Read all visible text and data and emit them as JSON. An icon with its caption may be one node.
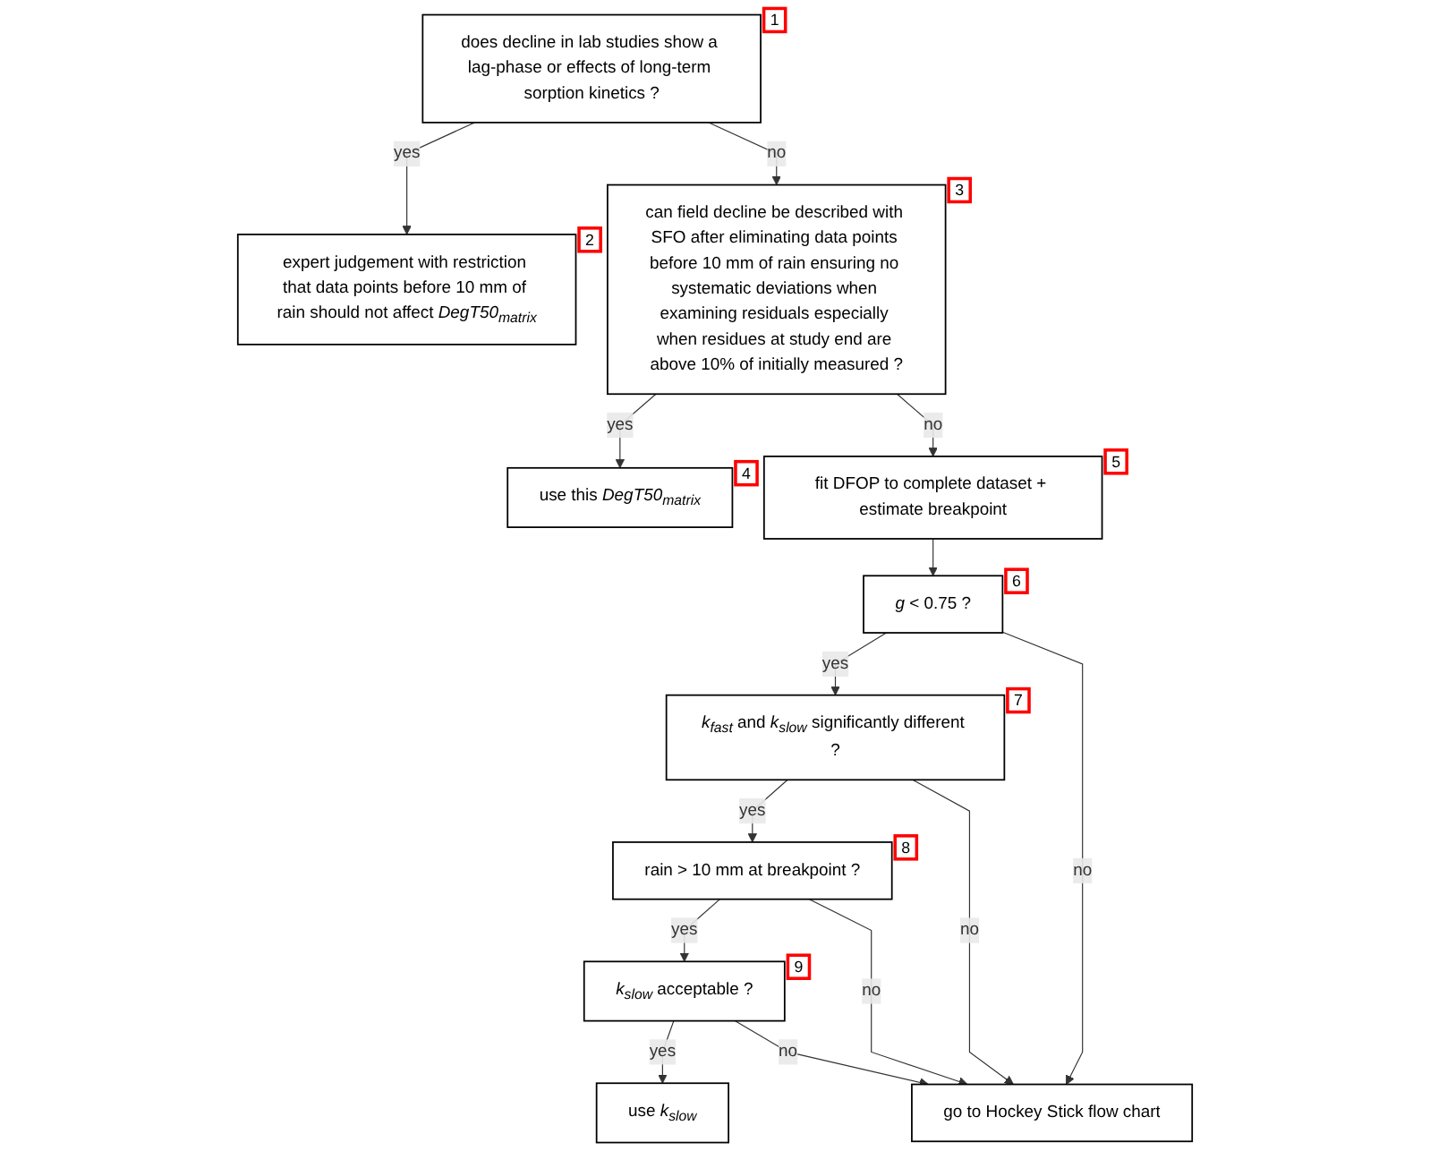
{
  "diagram": {
    "nodes": [
      {
        "text": [
          "does decline in lab studies show a lag-phase or effects of long-term sorption kinetics ?"
        ],
        "beside": [
          "1"
        ]
      },
      {
        "text": [
          "expert judgement with restriction that data points before 10 mm of rain should not affect *DegT50$_{matrix}$*"
        ],
        "beside": [
          "2"
        ]
      },
      {
        "text": [
          "can field decline be described with SFO after eliminating data points before 10 mm of rain ensuring no systematic deviations when examining residuals especially when residues at study end are above 10% of initially measured ?"
        ],
        "beside": [
          "3"
        ]
      },
      {
        "text": [
          "use this *DegT50$_{matrix}$*"
        ],
        "beside": [
          "4"
        ]
      },
      {
        "text": [
          "fit DFOP to complete dataset + estimate breakpoint"
        ],
        "beside": [
          "5"
        ]
      },
      {
        "text": [
          "*g* < 0.75 ?"
        ],
        "beside": [
          "6"
        ]
      },
      {
        "text": [
          "*k$_{fast}$* and *k$_{slow}$* significantly different ?"
        ],
        "beside": [
          "7"
        ]
      },
      {
        "text": [
          "rain > 10 mm at breakpoint ?"
        ],
        "beside": [
          "8"
        ]
      },
      {
        "text": [
          "go to Hockey Stick flow chart"
        ]
      },
      {
        "text": [
          "*k$_{slow}$* acceptable ?"
        ],
        "beside": [
          "9"
        ]
      },
      {
        "text": [
          "use *k$_{slow}$*"
        ]
      }
    ],
    "edges": [
      {
        "from": 0,
        "to": 1,
        "arrow": "to",
        "label": "yes"
      },
      {
        "from": 0,
        "to": 2,
        "arrow": "to",
        "label": "no"
      },
      {
        "from": 2,
        "to": 3,
        "arrow": "to",
        "label": "yes"
      },
      {
        "from": 2,
        "to": 4,
        "arrow": "to",
        "label": "no"
      },
      {
        "from": 4,
        "to": 5,
        "arrow": "to"
      },
      {
        "from": 5,
        "to": 6,
        "arrow": "to",
        "label": "yes"
      },
      {
        "from": 5,
        "to": 8,
        "arrow": "to",
        "label": "no"
      },
      {
        "from": 6,
        "to": 7,
        "arrow": "to",
        "label": "yes"
      },
      {
        "from": 6,
        "to": 8,
        "arrow": "to",
        "label": "no"
      },
      {
        "from": 7,
        "to": 9,
        "arrow": "to",
        "label": "yes"
      },
      {
        "from": 7,
        "to": 8,
        "arrow": "to",
        "label": "no"
      },
      {
        "from": 9,
        "to": 10,
        "arrow": "to",
        "label": "yes"
      },
      {
        "from": 9,
        "to": 8,
        "arrow": "to",
        "label": "no"
      }
    ]
  }
}
